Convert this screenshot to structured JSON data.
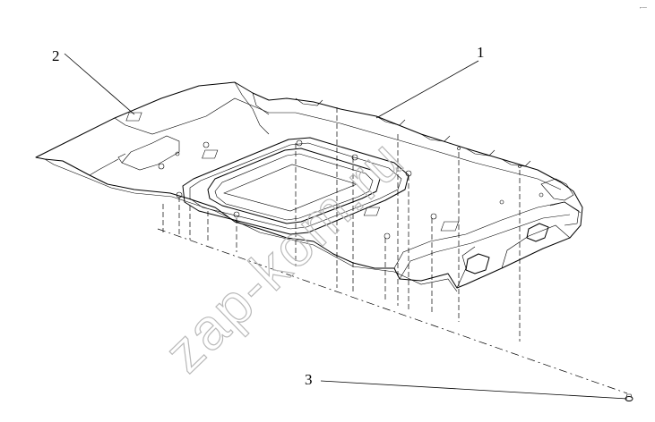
{
  "diagram": {
    "callouts": [
      {
        "id": "1",
        "label": "1"
      },
      {
        "id": "2",
        "label": "2"
      },
      {
        "id": "3",
        "label": "3"
      }
    ],
    "watermark": "zap-kom.ru",
    "corner_mark": "⌐—"
  }
}
